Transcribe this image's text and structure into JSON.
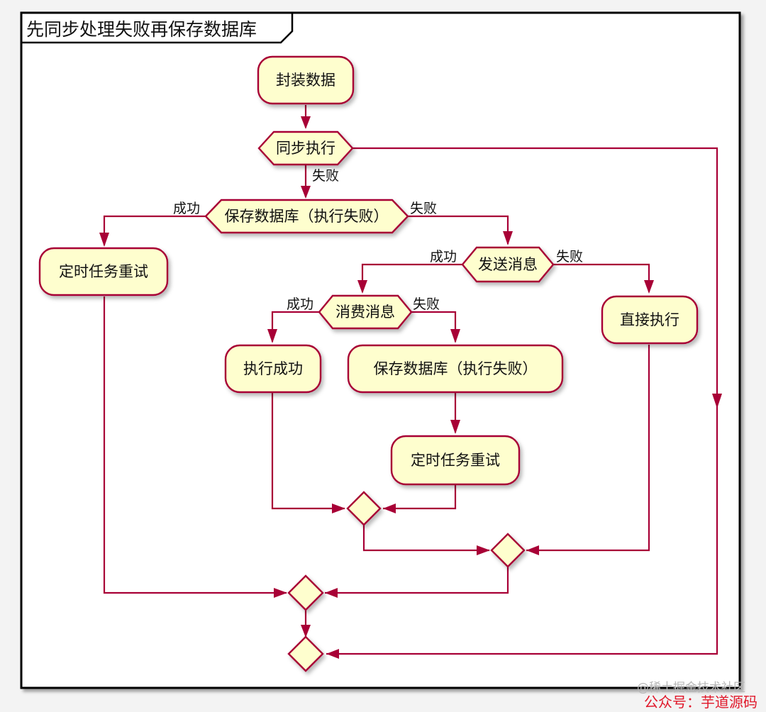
{
  "diagram": {
    "title": "先同步处理失败再保存数据库",
    "nodes": {
      "pack": "封装数据",
      "sync": "同步执行",
      "save1": "保存数据库（执行失败）",
      "timer1": "定时任务重试",
      "send": "发送消息",
      "direct": "直接执行",
      "consume": "消费消息",
      "success": "执行成功",
      "save2": "保存数据库（执行失败）",
      "timer2": "定时任务重试"
    },
    "edge_labels": {
      "sync_fail": "失败",
      "save_success": "成功",
      "save_fail": "失败",
      "send_success": "成功",
      "send_fail": "失败",
      "consume_success": "成功",
      "consume_fail": "失败"
    },
    "colors": {
      "node_fill": "#fefece",
      "node_stroke": "#a80036",
      "edge": "#a80036",
      "frame": "#000000"
    }
  },
  "watermark": "@稀土掘金技术社区",
  "credit": "公众号：芋道源码"
}
